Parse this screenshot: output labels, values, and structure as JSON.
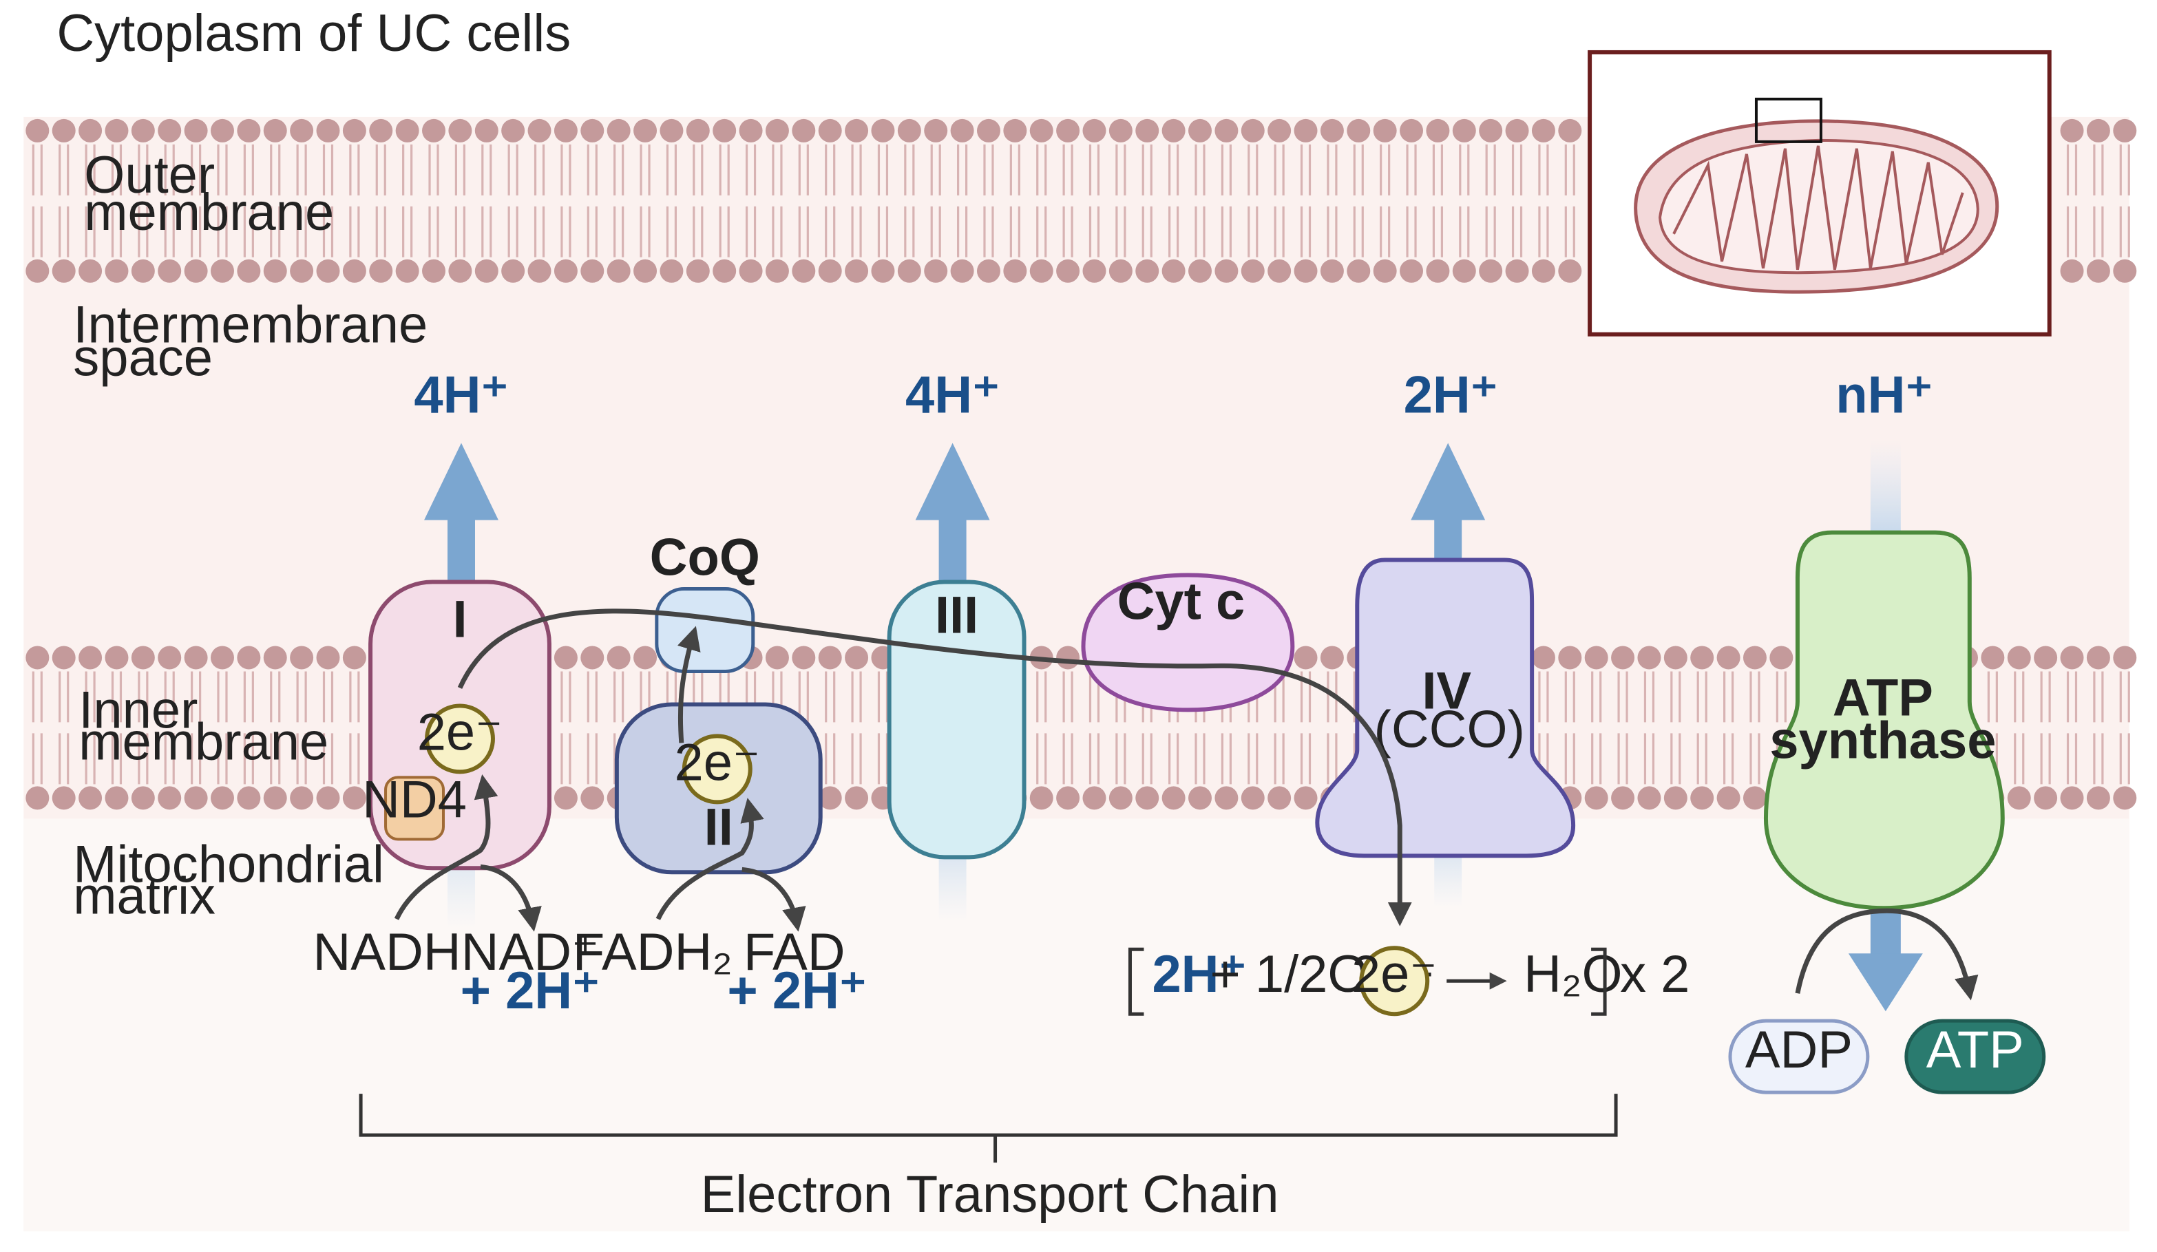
{
  "title": "Cytoplasm of UC cells",
  "regions": {
    "outer_membrane": [
      "Outer",
      "membrane"
    ],
    "intermembrane_space": [
      "Intermembrane",
      "space"
    ],
    "inner_membrane": [
      "Inner",
      "membrane"
    ],
    "matrix": [
      "Mitochondrial",
      "matrix"
    ]
  },
  "complexes": {
    "complex_i": "I",
    "nd4": "ND4",
    "coq": "CoQ",
    "complex_ii": "II",
    "complex_iii": "III",
    "cyt_c": "Cyt c",
    "complex_iv": [
      "IV",
      "(CCO)"
    ],
    "atp_synthase": [
      "ATP",
      "synthase"
    ]
  },
  "electrons": "2e⁻",
  "proton_pumps": {
    "complex_i": "4H⁺",
    "complex_iii": "4H⁺",
    "complex_iv": "2H⁺",
    "atp_synthase": "nH⁺"
  },
  "substrates": {
    "nadh": "NADH",
    "nad": "NAD⁺",
    "plus_2h": "+ 2H⁺",
    "fadh2": "FADH₂",
    "fad": "FAD"
  },
  "reaction": {
    "h": "2H⁺",
    "o2": "+ 1/2O₂ +",
    "electrons": "2e⁻",
    "product": "H₂O",
    "multiplier": "x 2"
  },
  "atp": {
    "adp": "ADP",
    "atp": "ATP"
  },
  "footer": "Electron Transport Chain",
  "colors": {
    "membrane_head": "#c49a9b",
    "tail": "#d8b3b3",
    "space_bg": "#fbf1ef",
    "proton_arrow": "#7ba6d0",
    "proton_text": "#1a4f8a",
    "complex_i": "#f4dde8",
    "complex_ii": "#c7cfe6",
    "complex_iii": "#d6eef4",
    "cyt_c": "#f0d6f3",
    "complex_iv": "#d9d7f2",
    "atp_synthase": "#d8efc8",
    "atp_button": "#2a7b6f",
    "inset_frame": "#6b1e1e"
  }
}
